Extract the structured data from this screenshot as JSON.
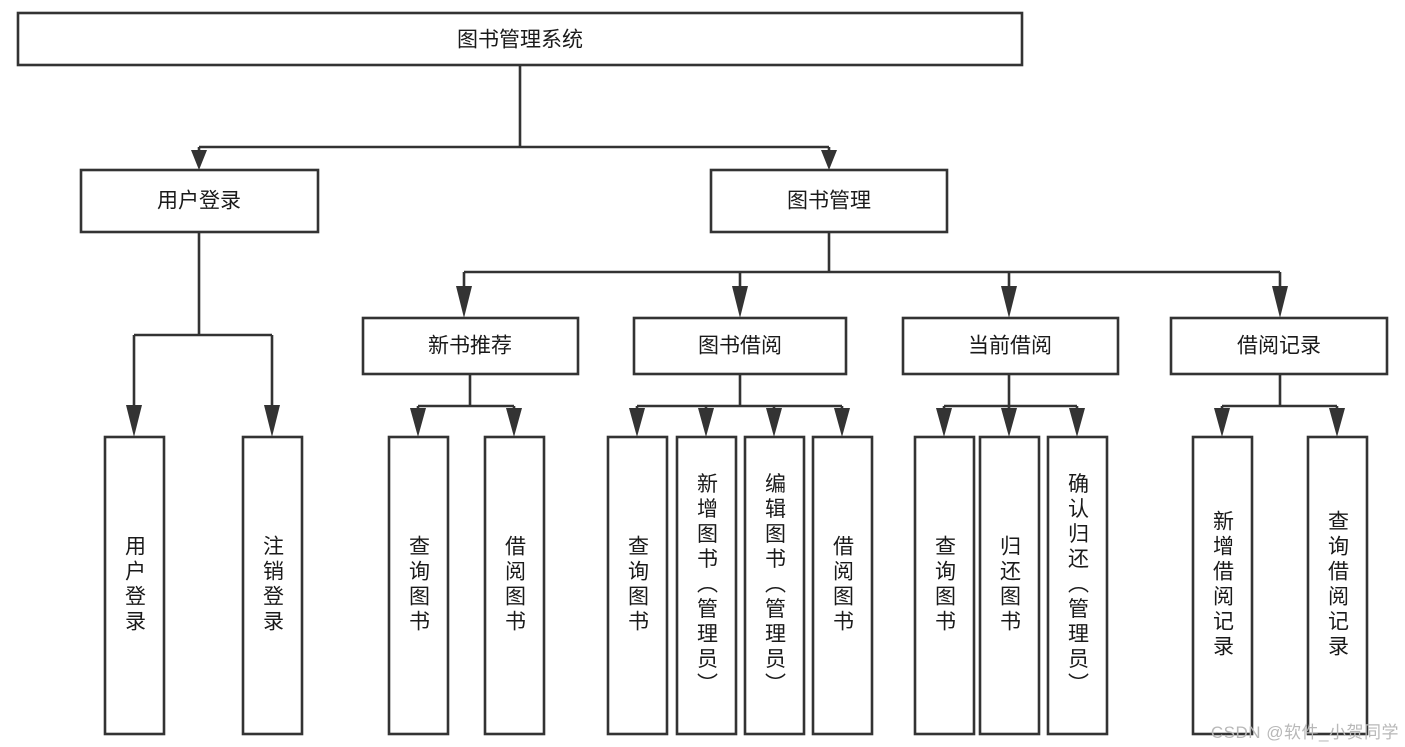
{
  "diagram": {
    "title": "图书管理系统",
    "type": "tree-hierarchy",
    "watermark": "CSDN @软件_小贺同学",
    "colors": {
      "stroke": "#333333",
      "fill": "#ffffff",
      "text": "#1a1a1a",
      "watermark": "#b8b8b8"
    },
    "levels": {
      "root": {
        "label": "图书管理系统"
      },
      "level2": [
        {
          "label": "用户登录"
        },
        {
          "label": "图书管理"
        }
      ],
      "level3": [
        {
          "label": "新书推荐",
          "parent": "图书管理"
        },
        {
          "label": "图书借阅",
          "parent": "图书管理"
        },
        {
          "label": "当前借阅",
          "parent": "图书管理"
        },
        {
          "label": "借阅记录",
          "parent": "图书管理"
        }
      ],
      "leaves": {
        "用户登录": [
          {
            "label": "用户登录"
          },
          {
            "label": "注销登录"
          }
        ],
        "新书推荐": [
          {
            "label": "查询图书"
          },
          {
            "label": "借阅图书"
          }
        ],
        "图书借阅": [
          {
            "label": "查询图书"
          },
          {
            "label": "新增图书（管理员）"
          },
          {
            "label": "编辑图书（管理员）"
          },
          {
            "label": "借阅图书"
          }
        ],
        "当前借阅": [
          {
            "label": "查询图书"
          },
          {
            "label": "归还图书"
          },
          {
            "label": "确认归还（管理员）"
          }
        ],
        "借阅记录": [
          {
            "label": "新增借阅记录"
          },
          {
            "label": "查询借阅记录"
          }
        ]
      }
    }
  }
}
